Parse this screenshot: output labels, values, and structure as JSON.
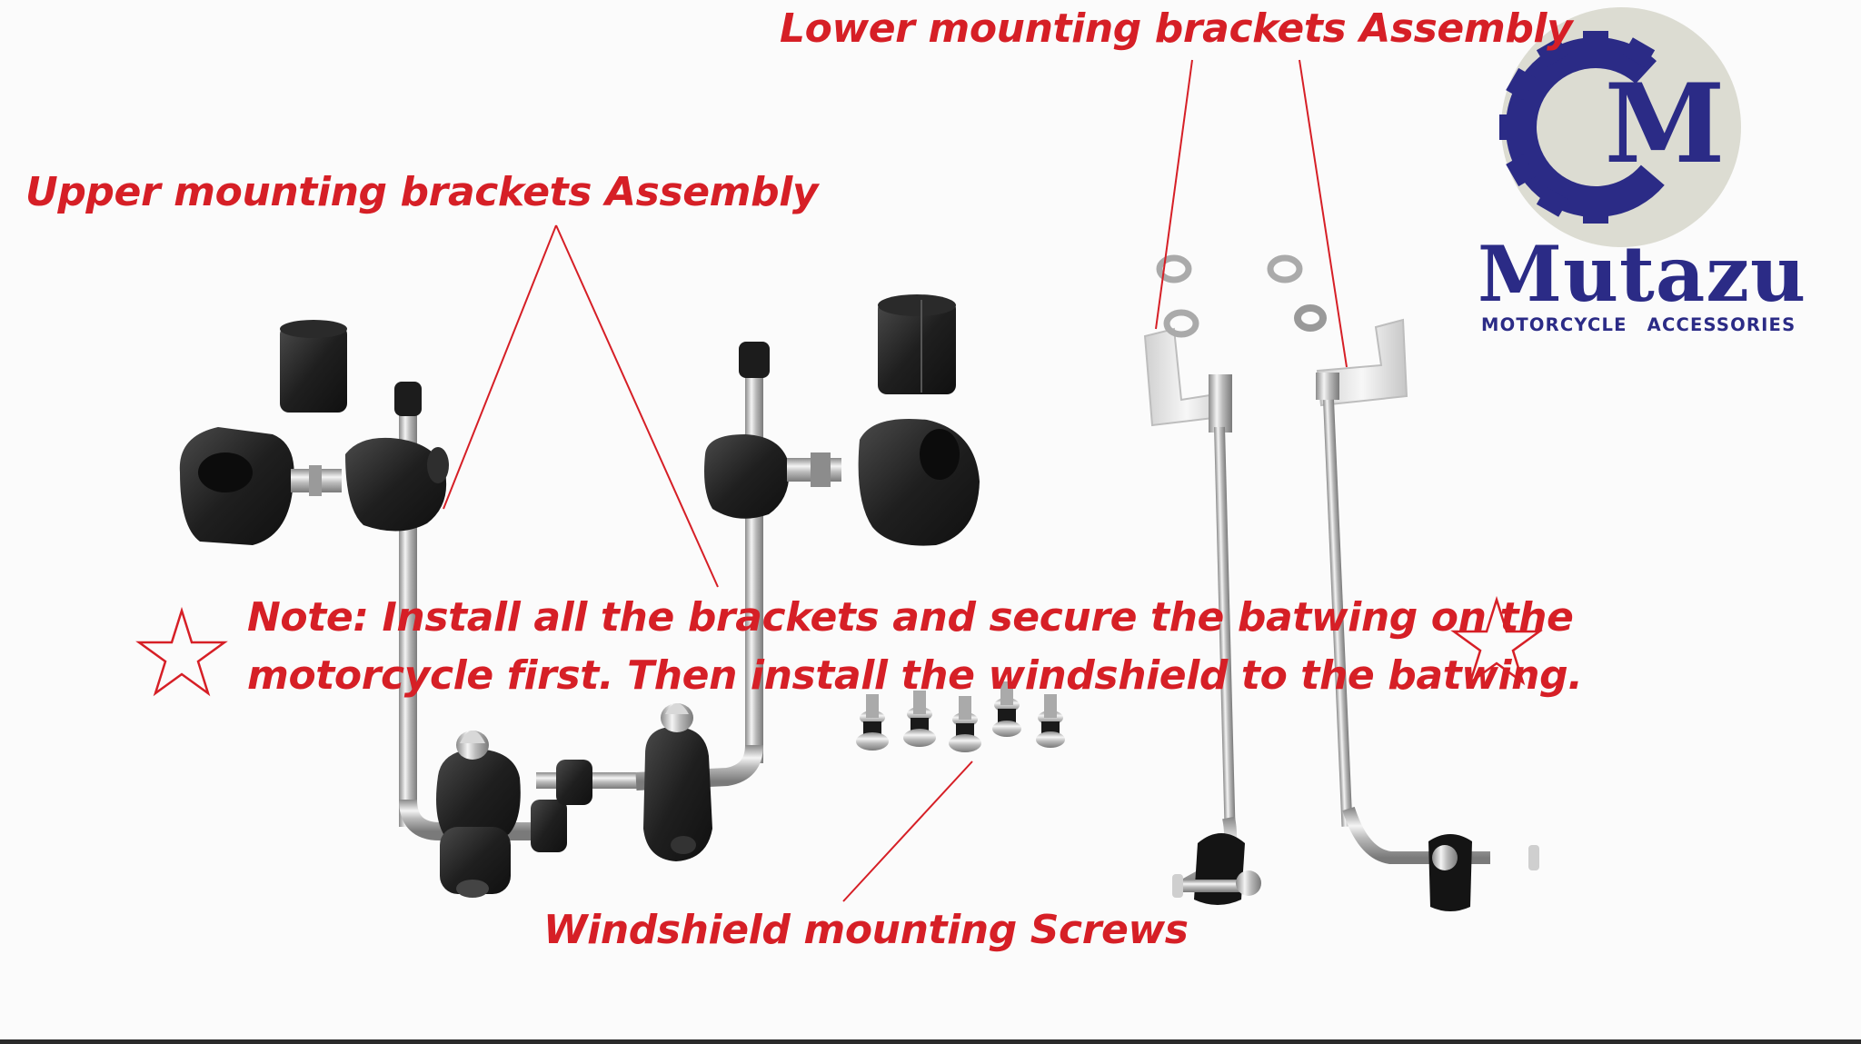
{
  "labels": {
    "lower": "Lower mounting brackets Assembly",
    "upper": "Upper mounting brackets Assembly",
    "screws": "Windshield mounting Screws",
    "note_line1": "Note: Install all the brackets and secure the batwing on the",
    "note_line2": "motorcycle first. Then install the windshield to the batwing."
  },
  "logo": {
    "name": "Mutazu",
    "tagline": "MOTORCYCLE ACCESSORIES",
    "emblem_letters": "CM"
  },
  "colors": {
    "annotation": "#d61f26",
    "brand": "#2b2b86",
    "emblem_bg": "#dcdcd2"
  }
}
